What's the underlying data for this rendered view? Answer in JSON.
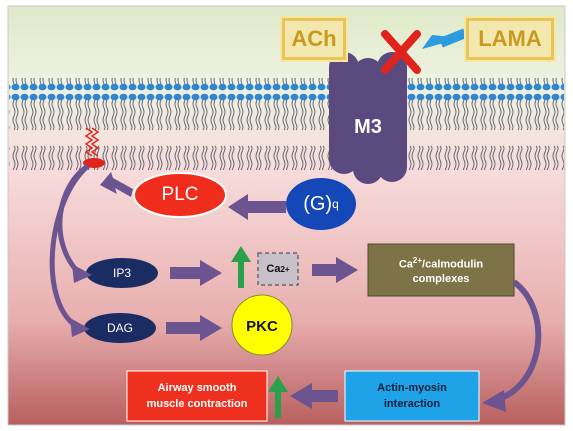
{
  "nodes": {
    "ach": "ACh",
    "lama": "LAMA",
    "m3": "M3",
    "gq_main": "(G)",
    "gq_sub": "q",
    "plc": "PLC",
    "ip3": "IP3",
    "dag": "DAG",
    "ca_main": "Ca",
    "ca_sup": "2+",
    "cam_main": "Ca",
    "cam_sup": "2+",
    "cam_rest": "/calmodulin",
    "cam_line2": "complexes",
    "pkc": "PKC",
    "actin_line1": "Actin-myosin",
    "actin_line2": "interaction",
    "airway_line1": "Airway smooth",
    "airway_line2": "muscle contraction"
  },
  "colors": {
    "ach_lama_fill": "#f2e8ae",
    "ach_lama_border": "#e8c45a",
    "ach_lama_text": "#c99a1f",
    "receptor": "#5b4a80",
    "gq": "#1447b8",
    "plc": "#f02d1c",
    "ip3_dag": "#1b2c63",
    "pkc": "#ffff00",
    "calmodulin": "#7d7347",
    "actin": "#1ea3e8",
    "airway": "#f0301f",
    "arrow": "#6b5490",
    "up_arrow": "#2aa04a",
    "block_cross": "#e0241b",
    "lama_arrow": "#2e9ae0"
  }
}
